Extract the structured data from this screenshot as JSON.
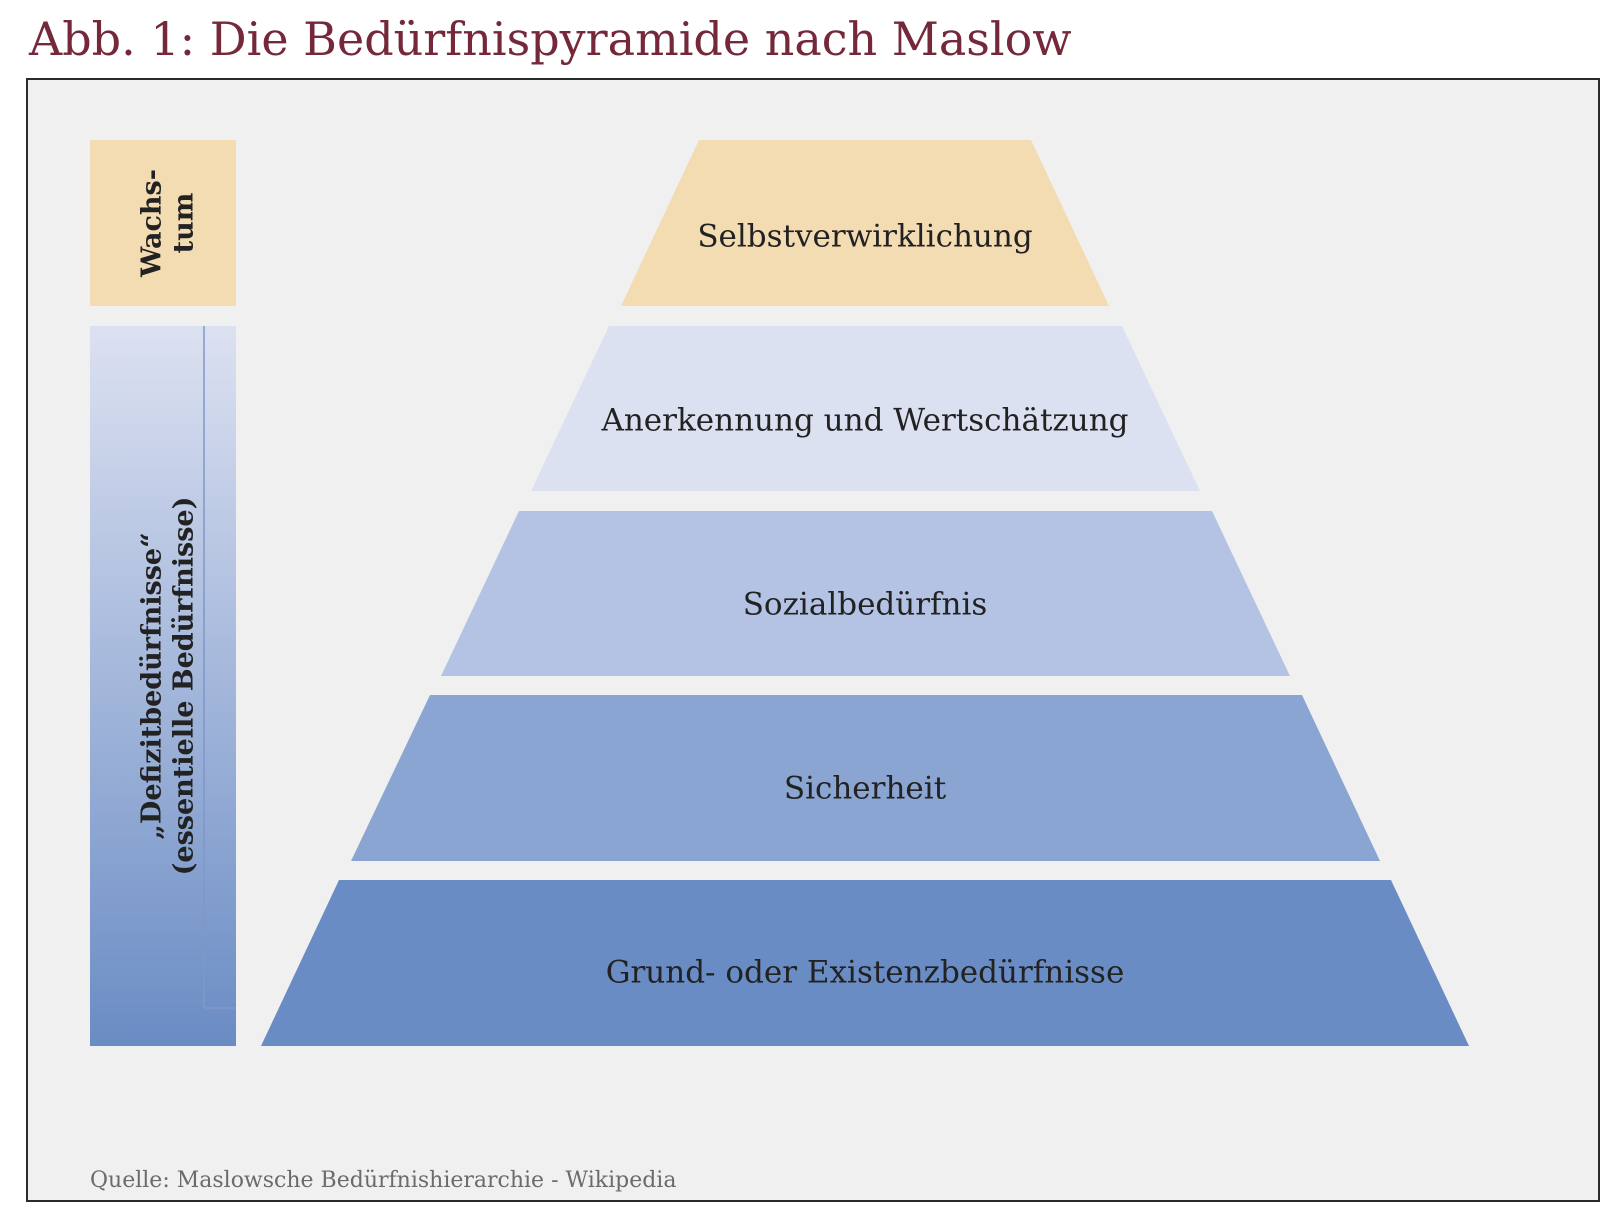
{
  "title": "Abb. 1: Die Bedürfnispyramide nach Maslow",
  "side_groups": {
    "growth": {
      "line1": "Wachs-",
      "line2": "tum",
      "color": "#f3dbb2"
    },
    "deficit": {
      "line1": "„Defizitbedürfnisse“",
      "line2": "(essentielle Bedürfnisse)",
      "gradient_top": "#dce1f1",
      "gradient_bottom": "#6a8cc4"
    }
  },
  "pyramid": {
    "levels": [
      {
        "label": "Selbstverwirklichung",
        "color": "#f3dbb2"
      },
      {
        "label": "Anerkennung und Wertschätzung",
        "color": "#dce1f1"
      },
      {
        "label": "Sozialbedürfnis",
        "color": "#b4c3e3"
      },
      {
        "label": "Sicherheit",
        "color": "#8aa5d2"
      },
      {
        "label": "Grund- oder Existenzbedürfnisse",
        "color": "#6a8cc4"
      }
    ]
  },
  "source": "Quelle: Maslowsche Bedürfnishierarchie - Wikipedia"
}
